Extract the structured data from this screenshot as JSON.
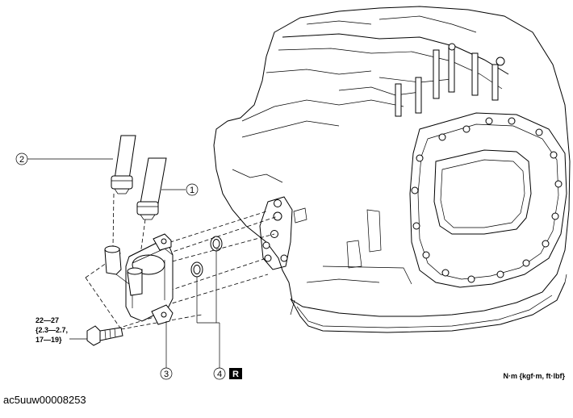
{
  "callouts": {
    "c1": "1",
    "c2": "2",
    "c3": "3",
    "c4": "4",
    "replace_badge": "R"
  },
  "torque_spec": {
    "line1": "22—27",
    "line2": "{2.3—2.7,",
    "line3": "17—19}"
  },
  "units_label": "N·m {kgf·m, ft·lbf}",
  "figure_id": "ac5uuw00008253"
}
